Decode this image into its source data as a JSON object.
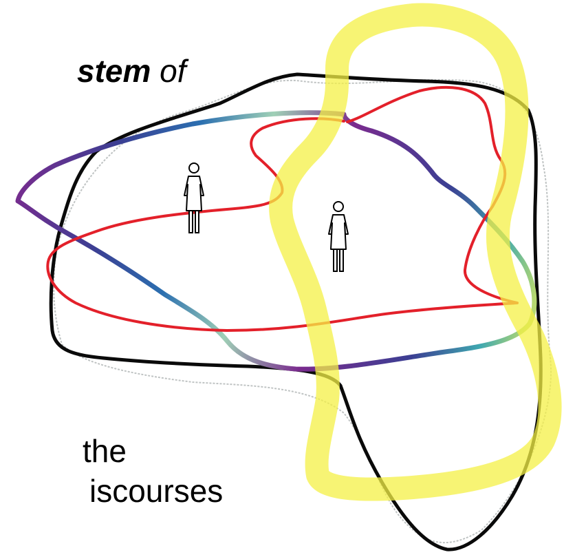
{
  "text": {
    "bold_fragment": "stem",
    "italic_fragment": " of",
    "line_the": "the",
    "line_discourses": "iscourses"
  },
  "figures": [
    {
      "icon": "female-person-icon"
    },
    {
      "icon": "female-person-icon"
    }
  ],
  "colors": {
    "highlighter": "#f4f046",
    "black_outline": "#0a0a0a",
    "red_outline": "#e3202a",
    "gray_outline": "#b8bcbc",
    "galaxy_purple": "#7a2b8e",
    "galaxy_blue": "#2b6fb0",
    "galaxy_teal": "#3fa8b0",
    "galaxy_mint": "#9fd0b6"
  }
}
